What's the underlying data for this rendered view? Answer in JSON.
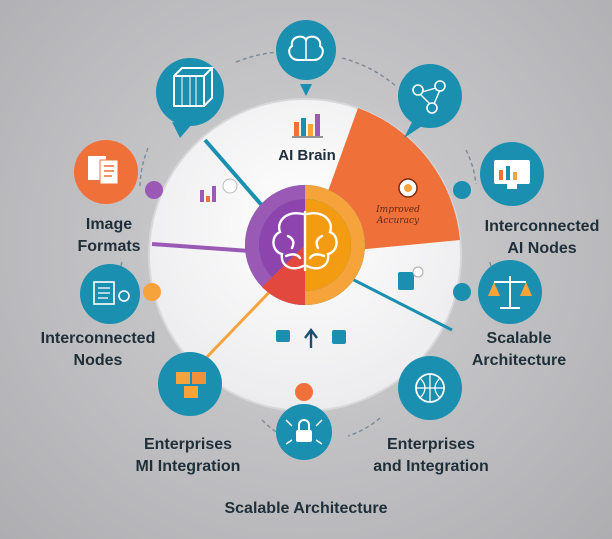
{
  "center": {
    "title": "AI Brain",
    "sector_text_line1": "Improved",
    "sector_text_line2": "Accuracy"
  },
  "labels": {
    "image_formats": [
      "Image",
      "Formats"
    ],
    "interconnected_ai_nodes": [
      "Interconnected",
      "AI Nodes"
    ],
    "interconnected_nodes": [
      "Interconnected",
      "Nodes"
    ],
    "scalable_architecture_right": [
      "Scalable",
      "Architecture"
    ],
    "enterprises_mi": [
      "Enterprises",
      "MI Integration"
    ],
    "enterprises_and": [
      "Enterprises",
      "and Integration"
    ],
    "scalable_architecture_bottom": "Scalable Architecture"
  },
  "colors": {
    "teal": "#1b8fb0",
    "orange": "#f0703a",
    "purple": "#9b59b6",
    "amber": "#f5a33a",
    "dark_text": "#1f2f3a"
  },
  "icons": [
    "cube-icon",
    "brain-network-icon",
    "network-globe-icon",
    "documents-icon",
    "monitor-chart-icon",
    "node-grid-icon",
    "balance-scale-icon",
    "boxes-icon",
    "globe-network-icon",
    "lock-network-icon",
    "brain-icon",
    "bar-chart-icon"
  ]
}
